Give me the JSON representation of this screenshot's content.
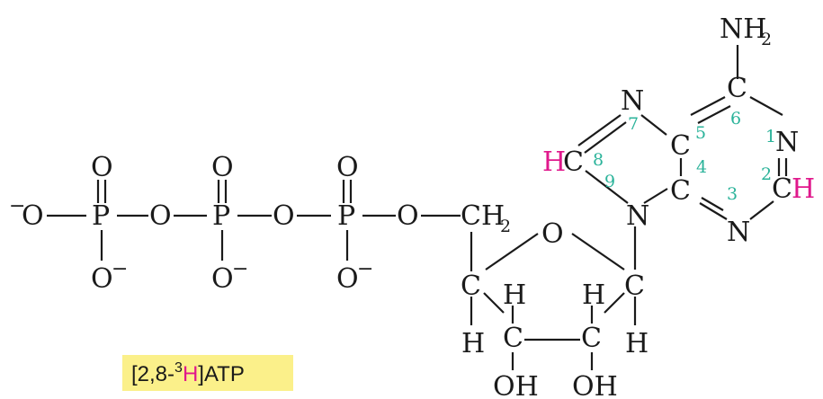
{
  "atoms": {
    "nh2": "NH",
    "nh2_sub": "2",
    "c6": "C",
    "n1": "N",
    "c2": "C",
    "h2": "H",
    "n3": "N",
    "c4": "C",
    "c5": "C",
    "n7": "N",
    "c8": "C",
    "h8": "H",
    "n9": "N",
    "o_term_left": "O",
    "p1": "P",
    "o_p1_top": "O",
    "o_p1_bottom": "O",
    "o_bridge1": "O",
    "p2": "P",
    "o_p2_top": "O",
    "o_p2_bottom": "O",
    "o_bridge2": "O",
    "p3": "P",
    "o_p3_top": "O",
    "o_p3_bottom": "O",
    "o_ester": "O",
    "ch2": "CH",
    "ch2_sub": "2",
    "o_ring": "O",
    "c1p": "C",
    "c2p": "C",
    "c3p": "C",
    "c4p": "C",
    "h_c1p": "H",
    "h_c2p": "H",
    "h_c3p": "H",
    "h_c4p": "H",
    "oh_c2p": "OH",
    "oh_c3p": "OH"
  },
  "charges": {
    "minus": "−"
  },
  "numbers": {
    "n1": "1",
    "n2": "2",
    "n3": "3",
    "n4": "4",
    "n5": "5",
    "n6": "6",
    "n7": "7",
    "n8": "8",
    "n9": "9"
  },
  "label": {
    "prefix": "[2,8-",
    "superscript": "3",
    "isotope": "H",
    "suffix": "]ATP"
  },
  "colors": {
    "isotope_highlight": "#e0188c",
    "ring_numbers": "#2bb39a",
    "label_background": "#fbf08a"
  }
}
